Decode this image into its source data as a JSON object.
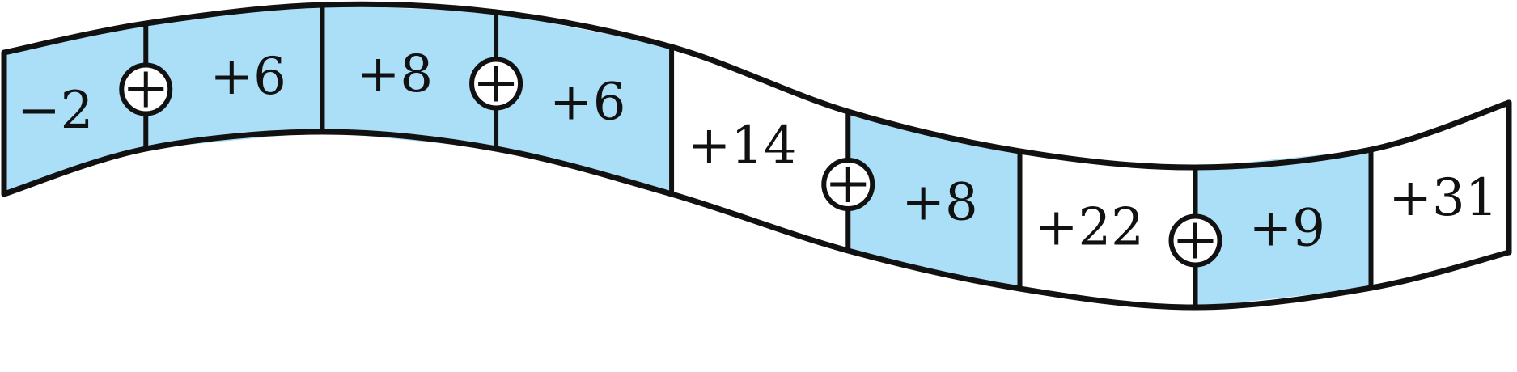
{
  "cells": [
    {
      "label": "−2",
      "highlighted": true
    },
    {
      "label": "+6",
      "highlighted": true
    },
    {
      "label": "+8",
      "highlighted": true
    },
    {
      "label": "+6",
      "highlighted": true
    },
    {
      "label": "+14",
      "highlighted": false
    },
    {
      "label": "+8",
      "highlighted": true
    },
    {
      "label": "+22",
      "highlighted": false
    },
    {
      "label": "+9",
      "highlighted": true
    },
    {
      "label": "+31",
      "highlighted": false
    }
  ],
  "operators": [
    {
      "between": [
        0,
        1
      ],
      "symbol": "circled-plus-icon"
    },
    {
      "between": [
        2,
        3
      ],
      "symbol": "circled-plus-icon"
    },
    {
      "between": [
        4,
        5
      ],
      "symbol": "circled-plus-icon"
    },
    {
      "between": [
        6,
        7
      ],
      "symbol": "circled-plus-icon"
    }
  ],
  "colors": {
    "highlight": "#ABDFF8",
    "plain": "#FFFFFF",
    "stroke": "#111111"
  }
}
